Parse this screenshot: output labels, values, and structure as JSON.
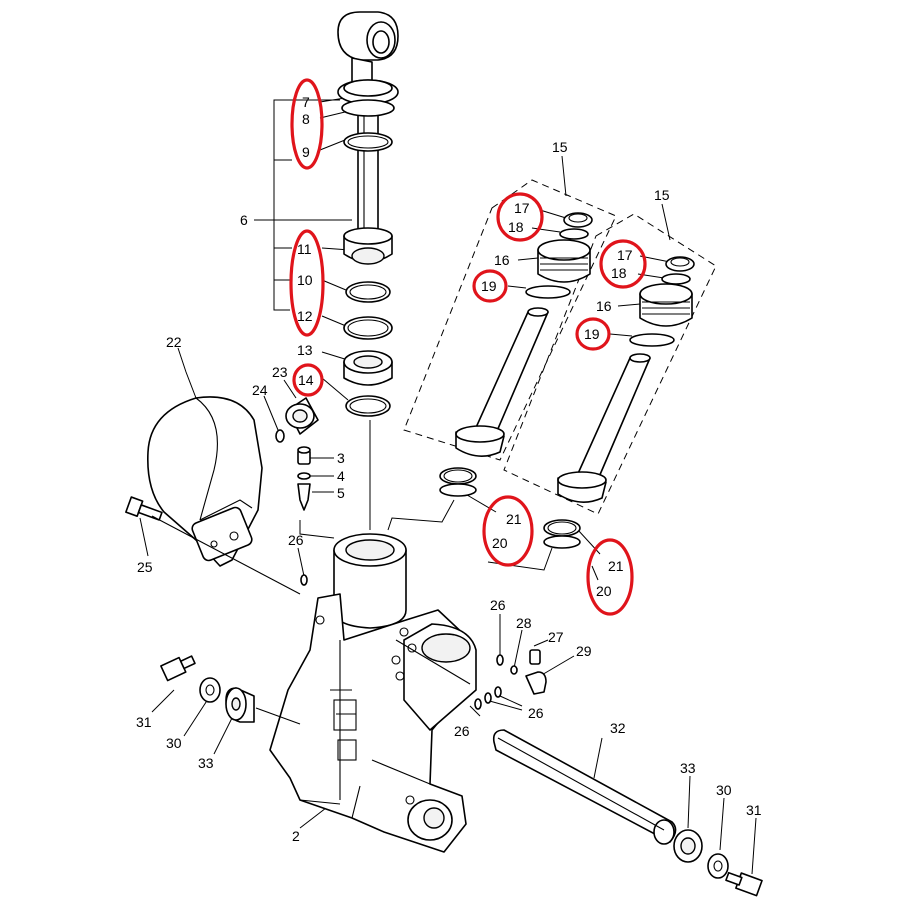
{
  "labels": [
    {
      "id": "lbl-2",
      "text": "2"
    },
    {
      "id": "lbl-3",
      "text": "3"
    },
    {
      "id": "lbl-4",
      "text": "4"
    },
    {
      "id": "lbl-5",
      "text": "5"
    },
    {
      "id": "lbl-6",
      "text": "6"
    },
    {
      "id": "lbl-7",
      "text": "7"
    },
    {
      "id": "lbl-8",
      "text": "8"
    },
    {
      "id": "lbl-9",
      "text": "9"
    },
    {
      "id": "lbl-10",
      "text": "10"
    },
    {
      "id": "lbl-11",
      "text": "11"
    },
    {
      "id": "lbl-12",
      "text": "12"
    },
    {
      "id": "lbl-13",
      "text": "13"
    },
    {
      "id": "lbl-14",
      "text": "14"
    },
    {
      "id": "lbl-15a",
      "text": "15"
    },
    {
      "id": "lbl-15b",
      "text": "15"
    },
    {
      "id": "lbl-16a",
      "text": "16"
    },
    {
      "id": "lbl-16b",
      "text": "16"
    },
    {
      "id": "lbl-17a",
      "text": "17"
    },
    {
      "id": "lbl-17b",
      "text": "17"
    },
    {
      "id": "lbl-18a",
      "text": "18"
    },
    {
      "id": "lbl-18b",
      "text": "18"
    },
    {
      "id": "lbl-19a",
      "text": "19"
    },
    {
      "id": "lbl-19b",
      "text": "19"
    },
    {
      "id": "lbl-20a",
      "text": "20"
    },
    {
      "id": "lbl-20b",
      "text": "20"
    },
    {
      "id": "lbl-21a",
      "text": "21"
    },
    {
      "id": "lbl-21b",
      "text": "21"
    },
    {
      "id": "lbl-22",
      "text": "22"
    },
    {
      "id": "lbl-23",
      "text": "23"
    },
    {
      "id": "lbl-24",
      "text": "24"
    },
    {
      "id": "lbl-25",
      "text": "25"
    },
    {
      "id": "lbl-26a",
      "text": "26"
    },
    {
      "id": "lbl-26b",
      "text": "26"
    },
    {
      "id": "lbl-26c",
      "text": "26"
    },
    {
      "id": "lbl-26d",
      "text": "26"
    },
    {
      "id": "lbl-27",
      "text": "27"
    },
    {
      "id": "lbl-28",
      "text": "28"
    },
    {
      "id": "lbl-29",
      "text": "29"
    },
    {
      "id": "lbl-30a",
      "text": "30"
    },
    {
      "id": "lbl-30b",
      "text": "30"
    },
    {
      "id": "lbl-31a",
      "text": "31"
    },
    {
      "id": "lbl-31b",
      "text": "31"
    },
    {
      "id": "lbl-32",
      "text": "32"
    },
    {
      "id": "lbl-33a",
      "text": "33"
    },
    {
      "id": "lbl-33b",
      "text": "33"
    }
  ],
  "highlight_color": "#e0141b",
  "highlighted_parts": [
    "7",
    "8",
    "9",
    "10",
    "11",
    "12",
    "14",
    "17",
    "18",
    "19",
    "20",
    "21"
  ]
}
